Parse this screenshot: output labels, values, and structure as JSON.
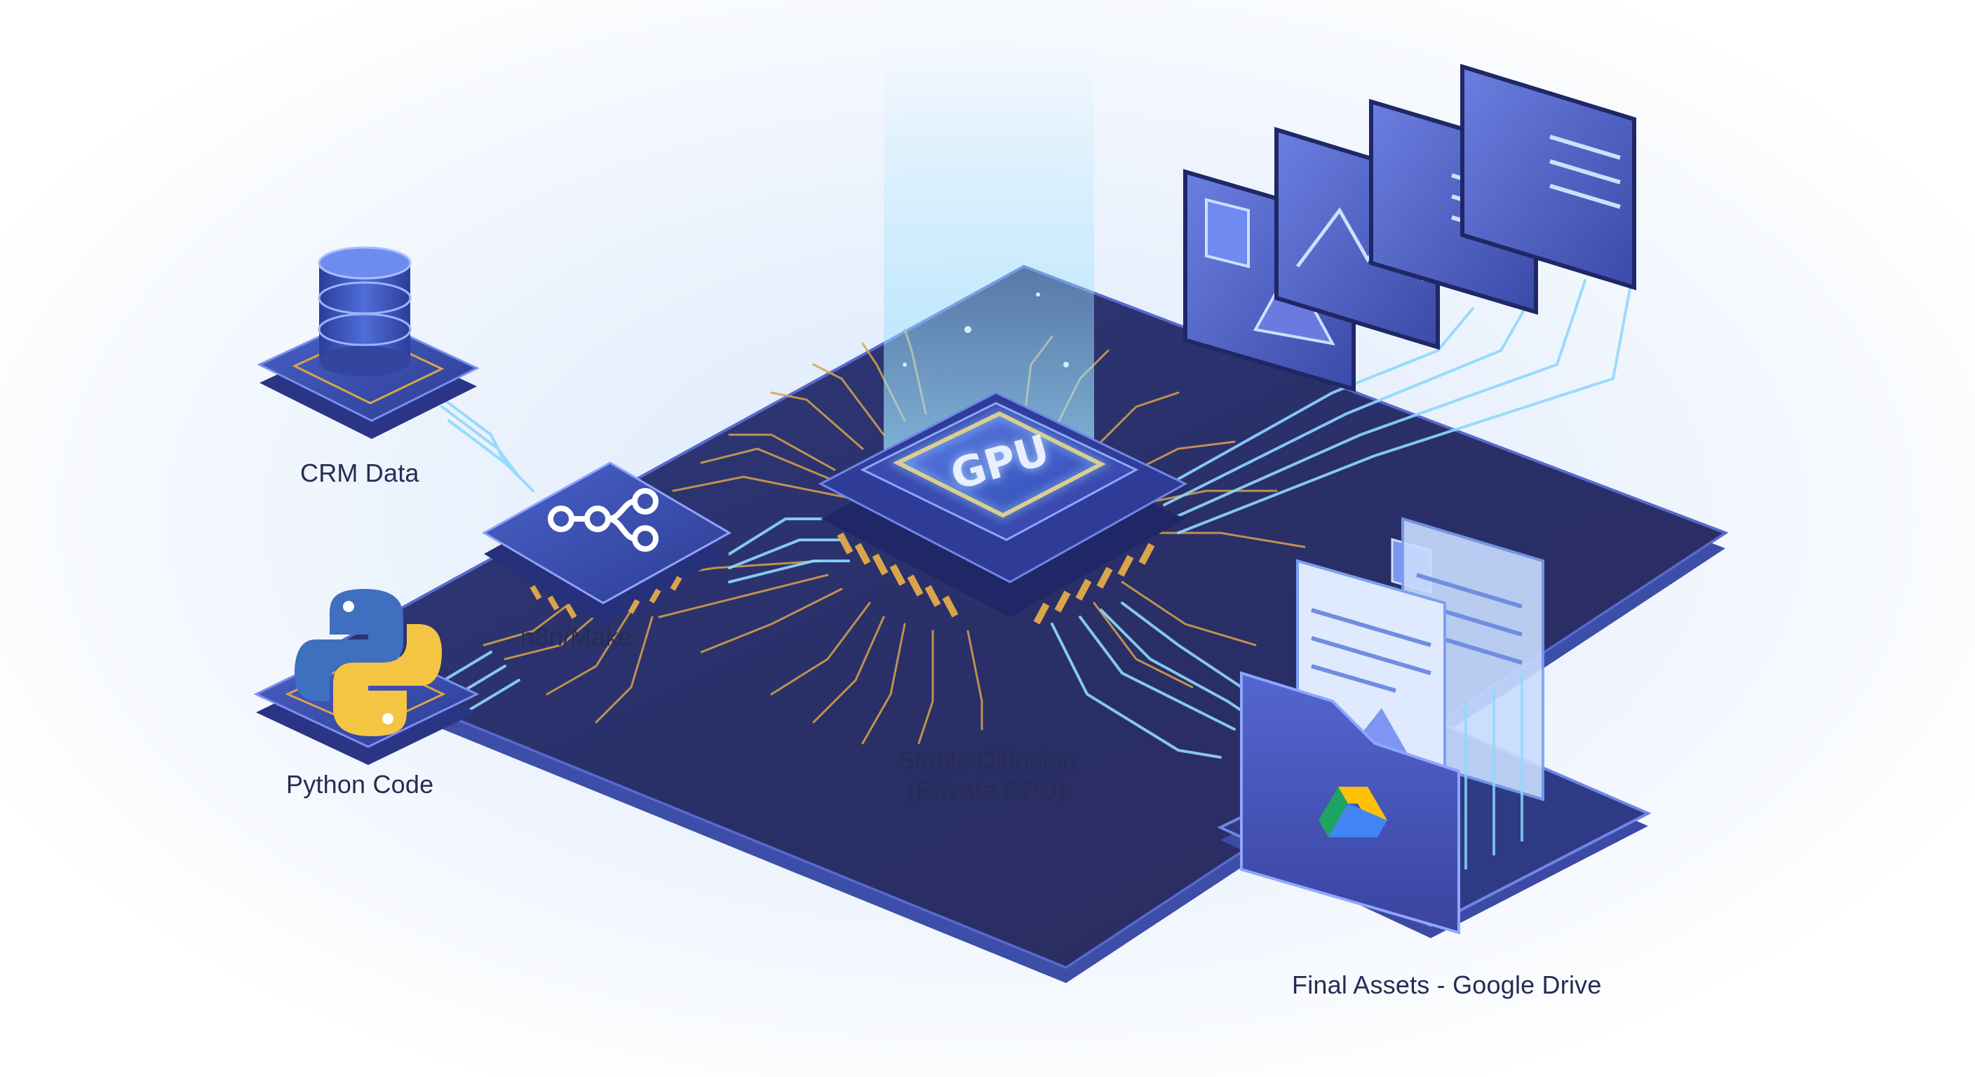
{
  "diagram": {
    "nodes": {
      "crm": {
        "label": "CRM Data",
        "icon": "database-icon"
      },
      "python": {
        "label": "Python Code",
        "icon": "python-logo-icon"
      },
      "orchestrator": {
        "label": "n8n/Make",
        "icon": "workflow-nodes-icon"
      },
      "gpu": {
        "chip_text": "GPU",
        "label_line1": "Stable Diffusion",
        "label_line2": "(Private GPU)",
        "icon": "gpu-chip-icon"
      },
      "output": {
        "label": "Final Assets - Google Drive",
        "icon": "google-drive-folder-icon"
      }
    },
    "colors": {
      "board": "#2b3470",
      "board_edge": "#3a4a9c",
      "trace_gold": "#d9a44a",
      "trace_cyan": "#7fd4ff",
      "chip": "#3f5cc8",
      "glow": "#8fd8ff",
      "drive_green": "#1fa463",
      "drive_yellow": "#ffc107",
      "drive_blue": "#4285f4"
    }
  }
}
